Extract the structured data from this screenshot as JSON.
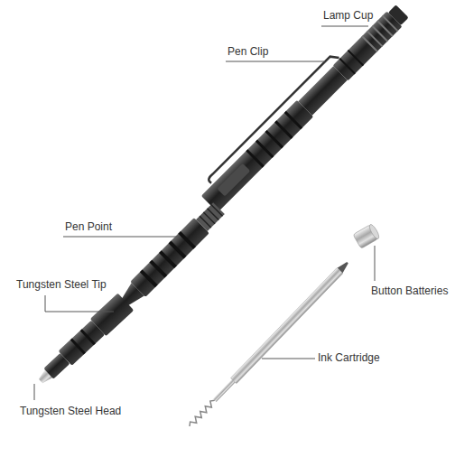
{
  "diagram": {
    "labels": [
      "Lamp Cup",
      "Pen Clip",
      "Pen Point",
      "Tungsten Steel Tip",
      "Button Batteries",
      "Ink Cartridge",
      "Tungsten Steel Head"
    ]
  }
}
